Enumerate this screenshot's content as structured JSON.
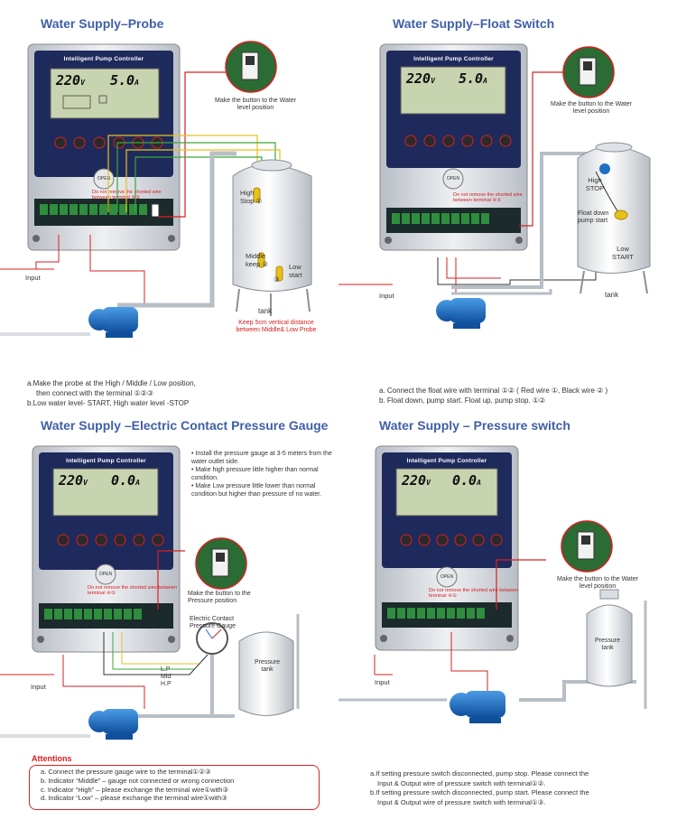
{
  "panels": {
    "probe": {
      "title": "Water Supply–Probe",
      "controller_title": "Intelligent Pump Controller",
      "voltage": "220",
      "voltage_unit": "V",
      "current": "5.0",
      "current_unit": "A",
      "open_label": "OPEN",
      "warning": "Do not remove the shorted wire between terminal ④⑤",
      "button_hint": "Make the button to the Water level position",
      "input_label": "Input",
      "tank_label": "tank",
      "level_high": "High Stop ①",
      "level_middle": "Middle keep ②",
      "level_low": "Low start",
      "probe_num": "③",
      "probe_distance_note": "Keep 5cm vertical distance between Middle& Low Probe",
      "notes": [
        "a.Make the probe at the High / Middle / Low position,",
        "then connect with the terminal ①②③",
        "b.Low water level- START, High water level -STOP"
      ]
    },
    "float": {
      "title": "Water Supply–Float Switch",
      "controller_title": "Intelligent Pump Controller",
      "voltage": "220",
      "voltage_unit": "V",
      "current": "5.0",
      "current_unit": "A",
      "open_label": "OPEN",
      "warning": "Do not remove the shorted wire between terminal ④⑤",
      "button_hint": "Make the button to the Water level position",
      "input_label": "Input",
      "tank_label": "tank",
      "level_high": "High STOP",
      "level_float": "Float down pump start",
      "level_low": "Low START",
      "notes": [
        "a. Connect the float wire with terminal ①② ( Red wire ①, Black wire ② )",
        "b. Float  down, pump start. Float up, pump stop. ①②"
      ]
    },
    "gauge": {
      "title": "Water Supply –Electric Contact Pressure Gauge",
      "controller_title": "Intelligent Pump Controller",
      "voltage": "220",
      "voltage_unit": "V",
      "current": "0.0",
      "current_unit": "A",
      "open_label": "OPEN",
      "warning": "Do not remove the shorted wire between terminal ④⑤",
      "button_hint": "Make the button to the Pressure position",
      "input_label": "Input",
      "gauge_label": "Electric Contact Pressure Gauge",
      "tank_label": "Pressure tank",
      "lp": "L.P",
      "mid": "Mid",
      "hp": "H.P",
      "bullets": [
        "Install the pressure gauge at  3-5 meters from the water outlet side.",
        "Make high pressure little higher than normal condition.",
        "Make Low pressure little lower than normal condition but higher than pressure of no water."
      ],
      "attentions_title": "Attentions",
      "attentions": [
        "a. Connect the pressure gauge wire to the terminal①②③",
        "b. Indicator “Middle” – gauge not connected  or wrong connection",
        "c. Indicator “High” – please exchange the terminal wire①with③",
        "d. Indicator “Low” – please exchange the terminal wire①with③"
      ]
    },
    "switch": {
      "title": "Water Supply – Pressure switch",
      "controller_title": "Intelligent Pump Controller",
      "voltage": "220",
      "voltage_unit": "V",
      "current": "0.0",
      "current_unit": "A",
      "open_label": "OPEN",
      "warning": "Do not remove the shorted wire between terminal ④⑤",
      "button_hint": "Make the button to the Water level position",
      "input_label": "Input",
      "tank_label": "Pressure tank",
      "notes": [
        "a.If setting pressure switch disconnected, pump stop. Please connect the",
        "Input & Output wire of pressure switch with terminal①②.",
        "b.If setting pressure switch disconnected, pump start. Please connect the",
        "Input & Output wire of pressure switch with terminal①③."
      ]
    }
  },
  "colors": {
    "title_blue": "#3f5fa6",
    "warning_red": "#d62020",
    "wire_red": "#d62020",
    "wire_green": "#3aa63a",
    "wire_yellow": "#e6c21a",
    "controller_navy": "#1f2a5c",
    "lcd_green": "#c8d3b0",
    "pump_blue": "#1f6fc4"
  },
  "icons": [
    "controller-icon",
    "pump-icon",
    "tank-icon",
    "gauge-icon",
    "float-icon",
    "button-switch-icon"
  ]
}
